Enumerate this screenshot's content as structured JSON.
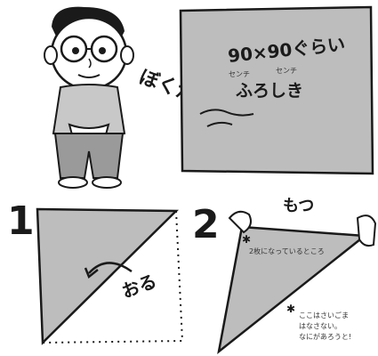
{
  "intro": {
    "character_caption": "ぼくがモデルです",
    "cloth_size_main": "90×90ぐらい",
    "cloth_size_unit_1": "センチ",
    "cloth_size_unit_2": "センチ",
    "cloth_name": "ふろしき"
  },
  "step1": {
    "number": "1",
    "action": "おる"
  },
  "step2": {
    "number": "2",
    "hold_label": "もつ",
    "corner_note": "2枚になっているところ",
    "warning_line1": "ここはさいごま",
    "warning_line2": "はなさない。",
    "warning_line3": "なにがあろうと!"
  },
  "colors": {
    "cloth_gray": "#bdbdbd",
    "ink": "#1a1a1a",
    "paper": "#ffffff"
  }
}
